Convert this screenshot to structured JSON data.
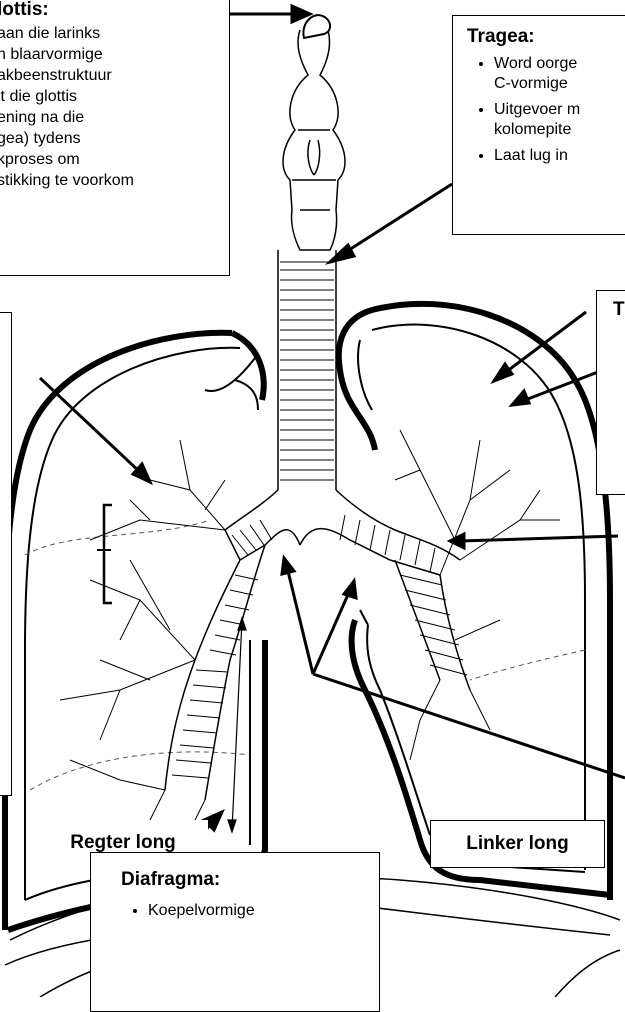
{
  "glottis_box": {
    "title": "lottis:",
    "lines": [
      "aan die larinks",
      "n blaarvormige",
      "akbeenstruktuur",
      "it die glottis",
      "ening na die",
      "gea) tydens",
      "kproses om",
      "stikking te voorkom"
    ]
  },
  "tragea_box": {
    "title": "Tragea:",
    "items": [
      "Word oorge",
      "C-vormige",
      "Uitgevoer m",
      "kolomepite",
      "Laat lug in"
    ]
  },
  "right_box": {
    "title": "T"
  },
  "lung_labels": {
    "right": "Regter long",
    "left": "Linker long"
  },
  "diafragma_box": {
    "title": "Diafragma:",
    "first_item": "Koepelvormige"
  }
}
